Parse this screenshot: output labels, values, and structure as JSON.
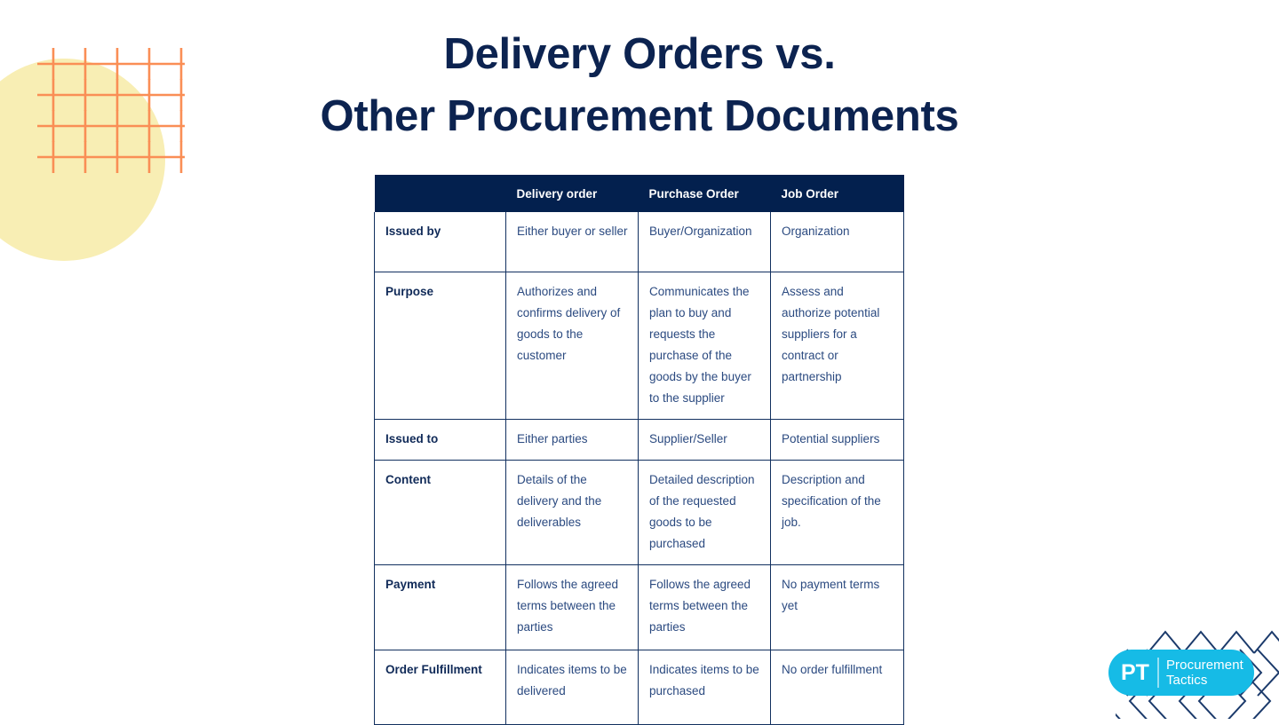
{
  "title": {
    "line1": "Delivery Orders vs.",
    "line2": "Other Procurement Documents"
  },
  "colors": {
    "title_navy": "#0c2350",
    "table_header_navy": "#03204e",
    "table_border_navy": "#12305f",
    "row_label_navy": "#102a58",
    "body_text_blue": "#2b4a80",
    "decor_yellow": "#f8eeb4",
    "decor_orange": "#fa8e55",
    "logo_cyan": "#16bbe6",
    "page_background": "#ffffff"
  },
  "table": {
    "columns": [
      "",
      "Delivery order",
      "Purchase Order",
      "Job Order"
    ],
    "rows": [
      {
        "label": "Issued by",
        "delivery_order": "Either buyer or seller",
        "purchase_order": "Buyer/Organization",
        "job_order": "Organization"
      },
      {
        "label": "Purpose",
        "delivery_order": "Authorizes and confirms delivery of goods to the customer",
        "purchase_order": "Communicates the plan to buy and requests the purchase of the goods by the buyer to the supplier",
        "job_order": "Assess and authorize potential suppliers for a contract or partnership"
      },
      {
        "label": "Issued to",
        "delivery_order": "Either parties",
        "purchase_order": "Supplier/Seller",
        "job_order": "Potential suppliers"
      },
      {
        "label": "Content",
        "delivery_order": "Details of the delivery and the deliverables",
        "purchase_order": "Detailed description of the requested goods to be purchased",
        "job_order": "Description and specification of the job."
      },
      {
        "label": "Payment",
        "delivery_order": "Follows the agreed terms between the parties",
        "purchase_order": "Follows the agreed terms between the parties",
        "job_order": "No payment terms yet"
      },
      {
        "label": "Order Fulfillment",
        "delivery_order": "Indicates items to be delivered",
        "purchase_order": "Indicates items to be purchased",
        "job_order": "No order fulfillment"
      }
    ]
  },
  "logo": {
    "mark": "PT",
    "name_line1": "Procurement",
    "name_line2": "Tactics"
  },
  "decoration": {
    "cross_grid_columns": 5,
    "cross_grid_rows": 4
  }
}
